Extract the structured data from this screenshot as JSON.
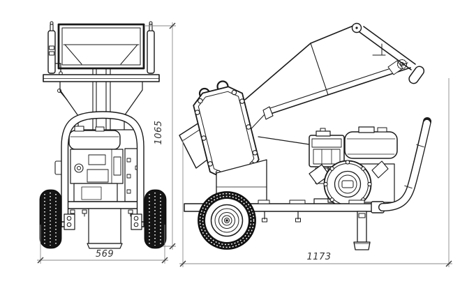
{
  "page": {
    "background": "#ffffff"
  },
  "drawing": {
    "type": "technical-orthographic-drawing",
    "subject": "wood-chipper-two-view-drawing",
    "line_color": "#1a1a1a",
    "dim_line_color": "#8a8a8a",
    "dim_text_color": "#333333",
    "tire_fill": "#141414",
    "dimensions": {
      "front_height": "1065",
      "front_width": "569",
      "side_length": "1173"
    }
  }
}
